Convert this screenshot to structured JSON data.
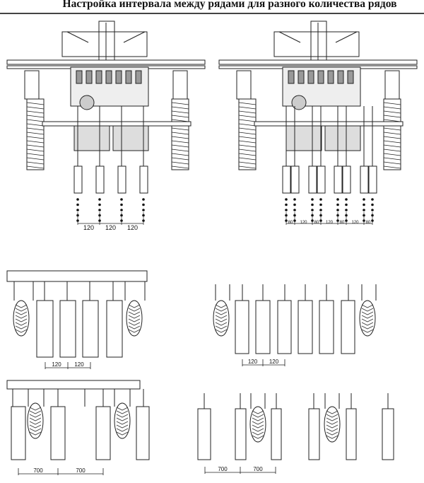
{
  "title": "Настройка интервала между рядами для разного количества рядов",
  "top_left": {
    "spacings": [
      "120",
      "120",
      "120"
    ]
  },
  "top_right": {
    "spacings": [
      "80",
      "120",
      "80",
      "120",
      "80",
      "120",
      "80"
    ]
  },
  "panel_1": {
    "spacings": [
      "120",
      "120"
    ]
  },
  "panel_2": {
    "spacings": [
      "120",
      "120"
    ]
  },
  "panel_3": {
    "spacings": [
      "700",
      "700"
    ]
  },
  "panel_4": {
    "spacings": [
      "700",
      "700"
    ]
  }
}
